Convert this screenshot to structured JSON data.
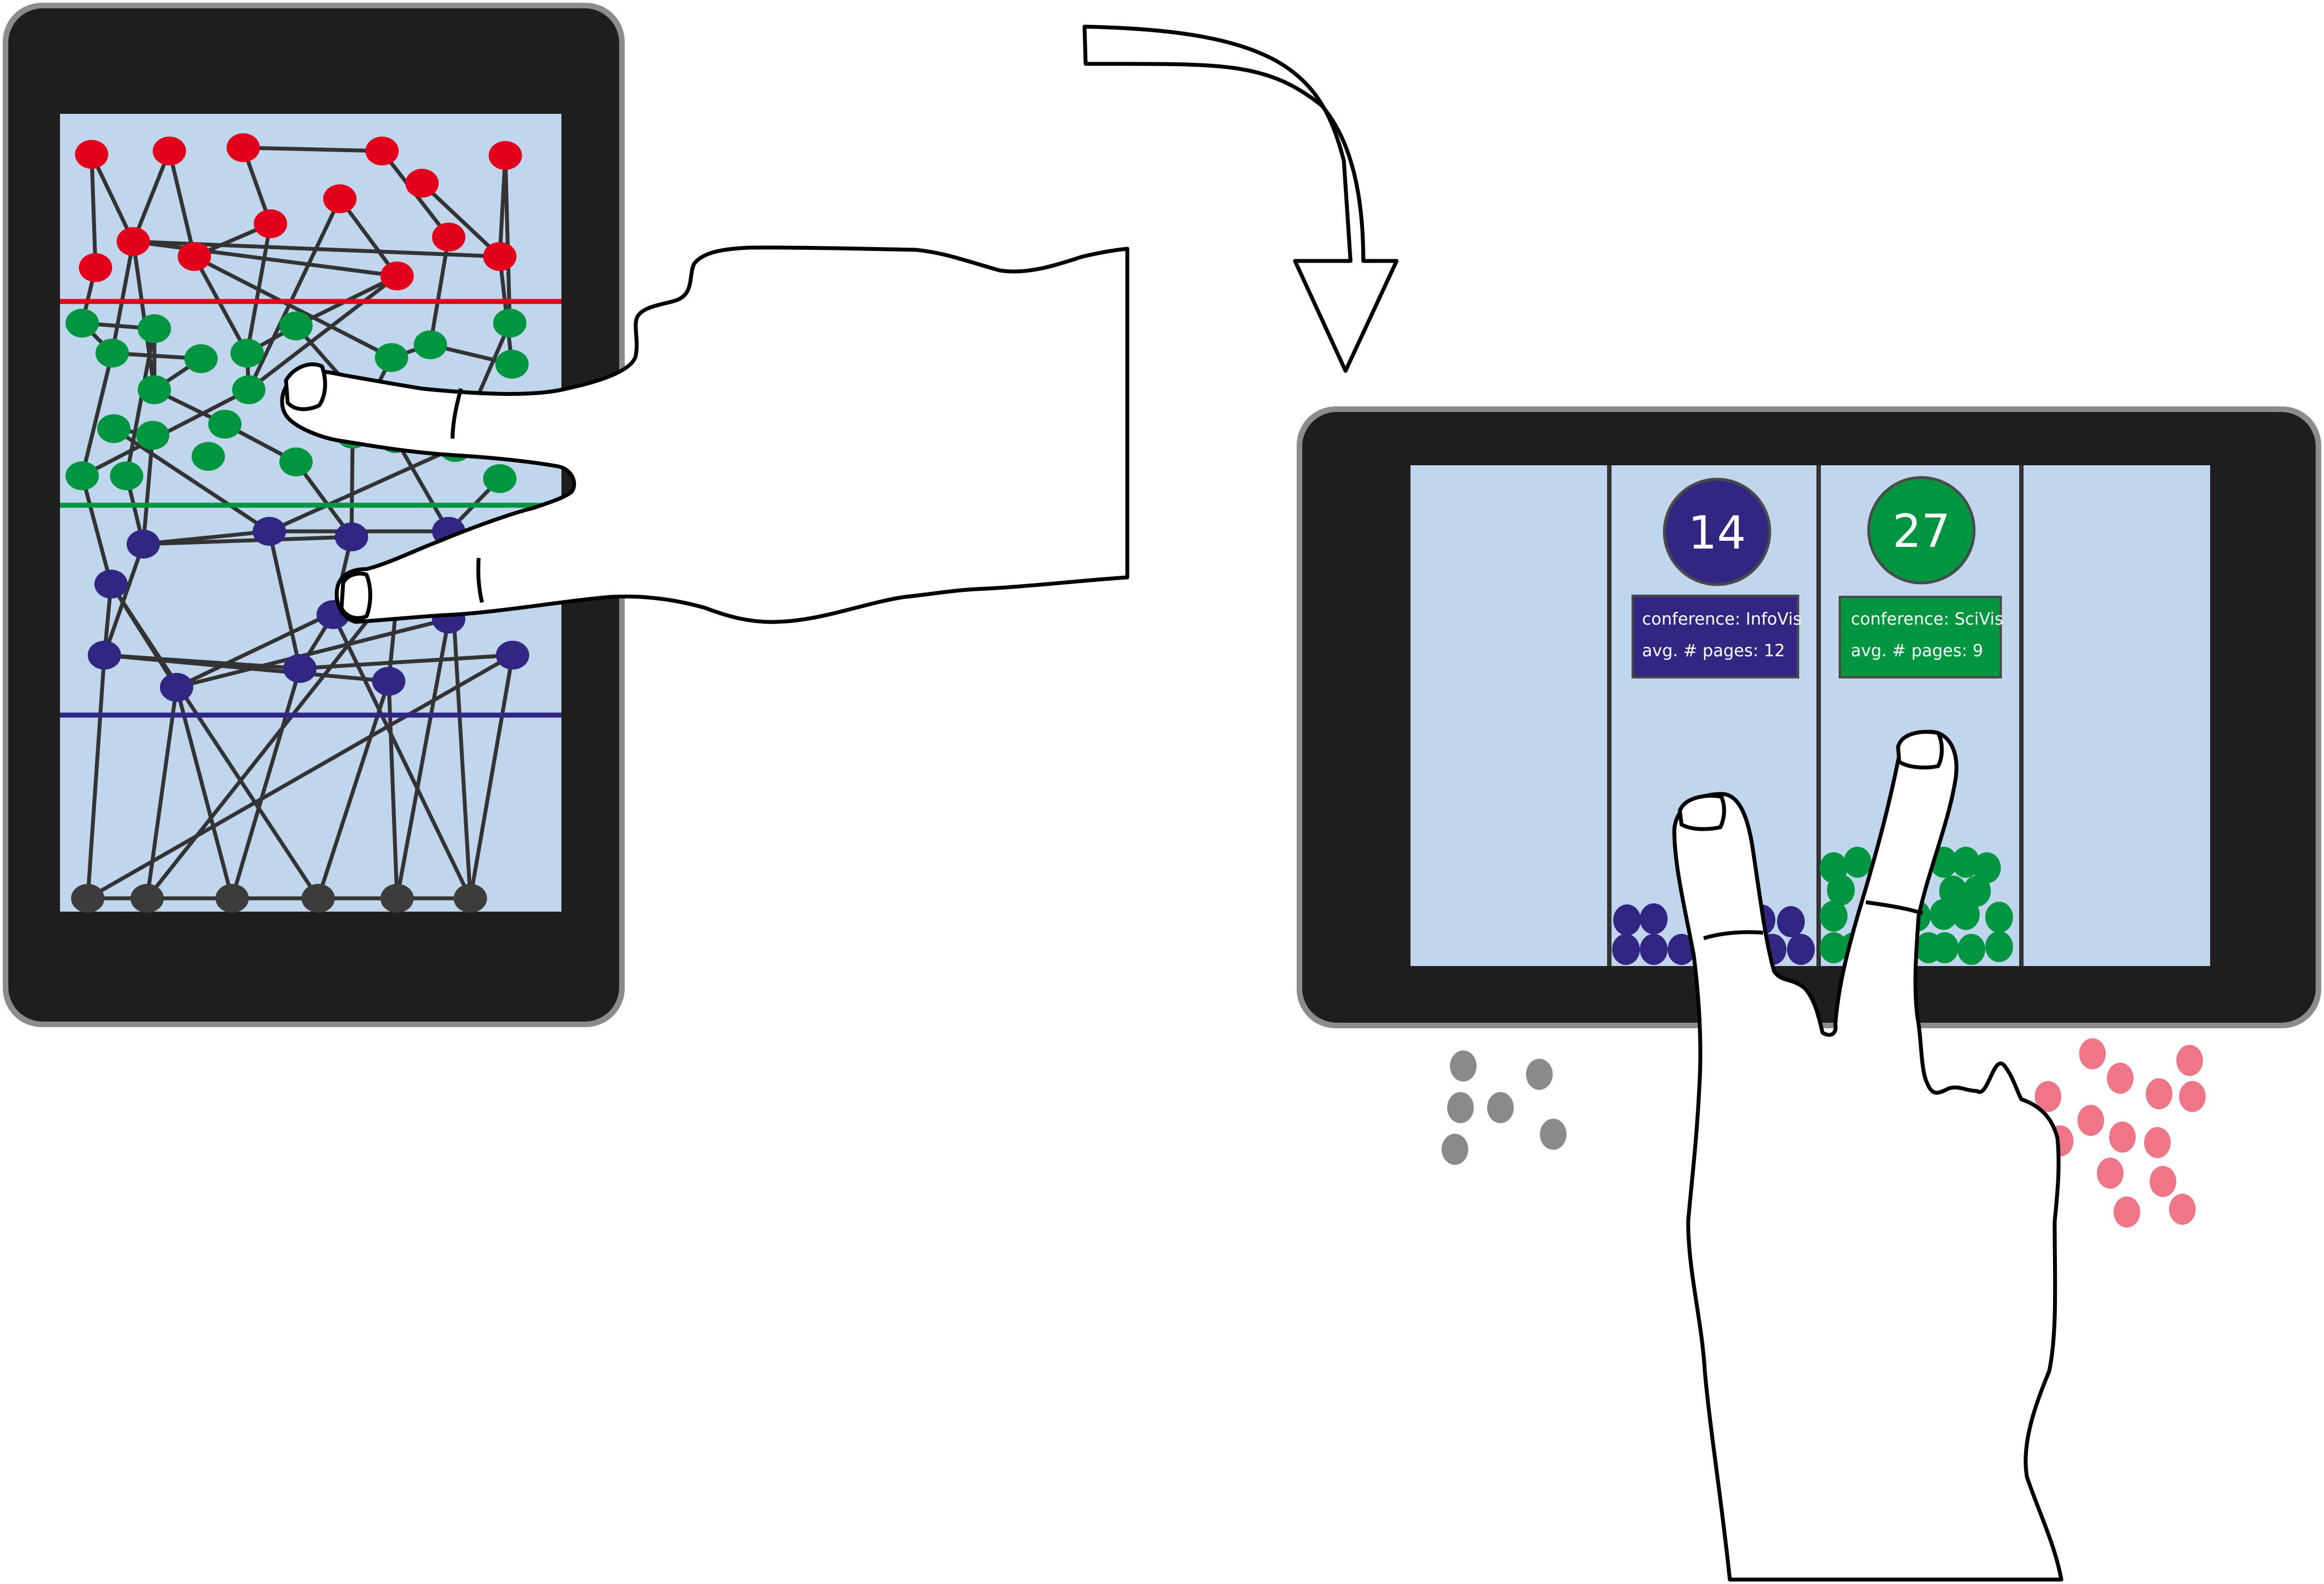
{
  "colors": {
    "red": "#e3001b",
    "green": "#009640",
    "blue": "#312783",
    "dark": "#3c3c3c",
    "device_frame": "#1e1e1e",
    "device_bezel": "#8c8c8c",
    "screen": "#bfd6ec",
    "edge": "#333333",
    "grey_dots": "#8a8a8a",
    "pink_dots": "#ef7686"
  },
  "clusters": [
    {
      "id": "infovis",
      "count": "14",
      "color": "#312783",
      "line1": "conference: InfoVis",
      "line2": "avg. # pages: 12"
    },
    {
      "id": "scivis",
      "count": "27",
      "color": "#009640",
      "line1": "conference: SciVis",
      "line2": "avg. # pages: 9"
    }
  ],
  "icons": [
    "hand-gesture-icon",
    "curved-arrow-icon"
  ]
}
